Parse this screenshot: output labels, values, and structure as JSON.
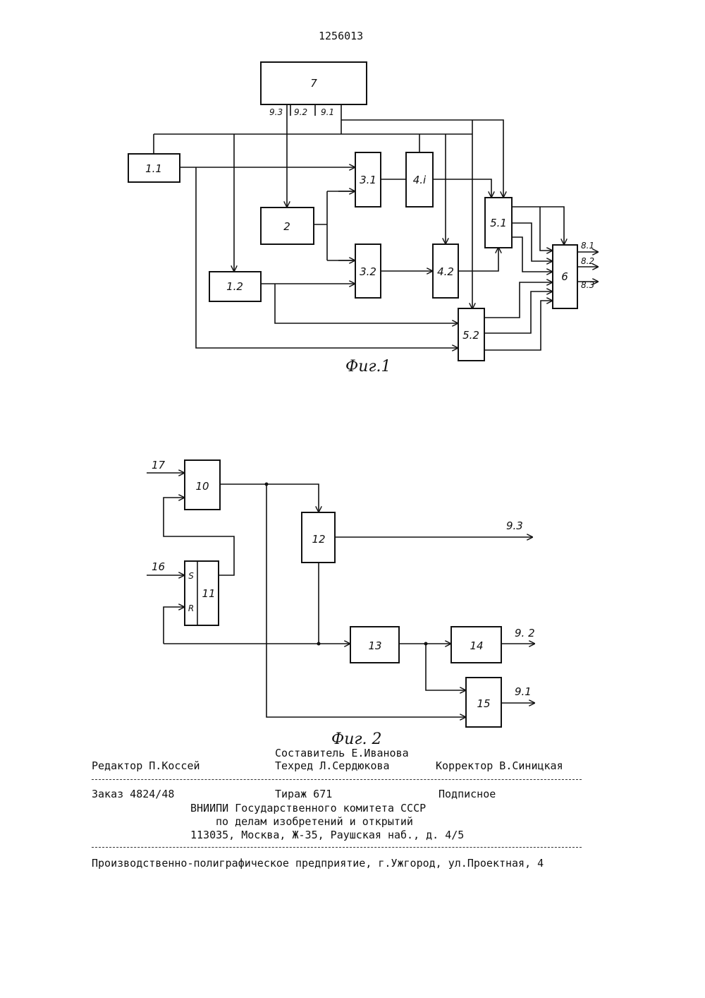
{
  "page_number": "1256013",
  "fig1": {
    "caption": "Фиг.1",
    "blocks": {
      "b7": "7",
      "b11": "1.1",
      "b12": "1.2",
      "b2": "2",
      "b31": "3.1",
      "b32": "3.2",
      "b41": "4.i",
      "b42": "4.2",
      "b51": "5.1",
      "b52": "5.2",
      "b6": "6"
    },
    "inputs": {
      "i93": "9.3",
      "i92": "9.2",
      "i91": "9.1"
    },
    "outputs": {
      "o81": "8.1",
      "o82": "8.2",
      "o83": "8.3"
    }
  },
  "fig2": {
    "caption": "Фиг. 2",
    "blocks": {
      "b10": "10",
      "b11": "11",
      "b12": "12",
      "b13": "13",
      "b14": "14",
      "b15": "15",
      "s": "S",
      "r": "R"
    },
    "inputs": {
      "i17": "17",
      "i16": "16"
    },
    "outputs": {
      "o93": "9.3",
      "o92": "9. 2",
      "o91": "9.1"
    }
  },
  "imprint": {
    "compiler": "Составитель Е.Иванова",
    "editor": "Редактор П.Коссей",
    "techred": "Техред Л.Сердюкова",
    "corrector": "Корректор В.Синицкая",
    "order": "Заказ 4824/48",
    "circulation": "Тираж 671",
    "subscription": "Подписное",
    "org1": "ВНИИПИ Государственного комитета СССР",
    "org2": "по делам изобретений и открытий",
    "address": "113035, Москва, Ж-35, Раушская наб., д. 4/5",
    "printer": "Производственно-полиграфическое предприятие, г.Ужгород, ул.Проектная, 4"
  }
}
